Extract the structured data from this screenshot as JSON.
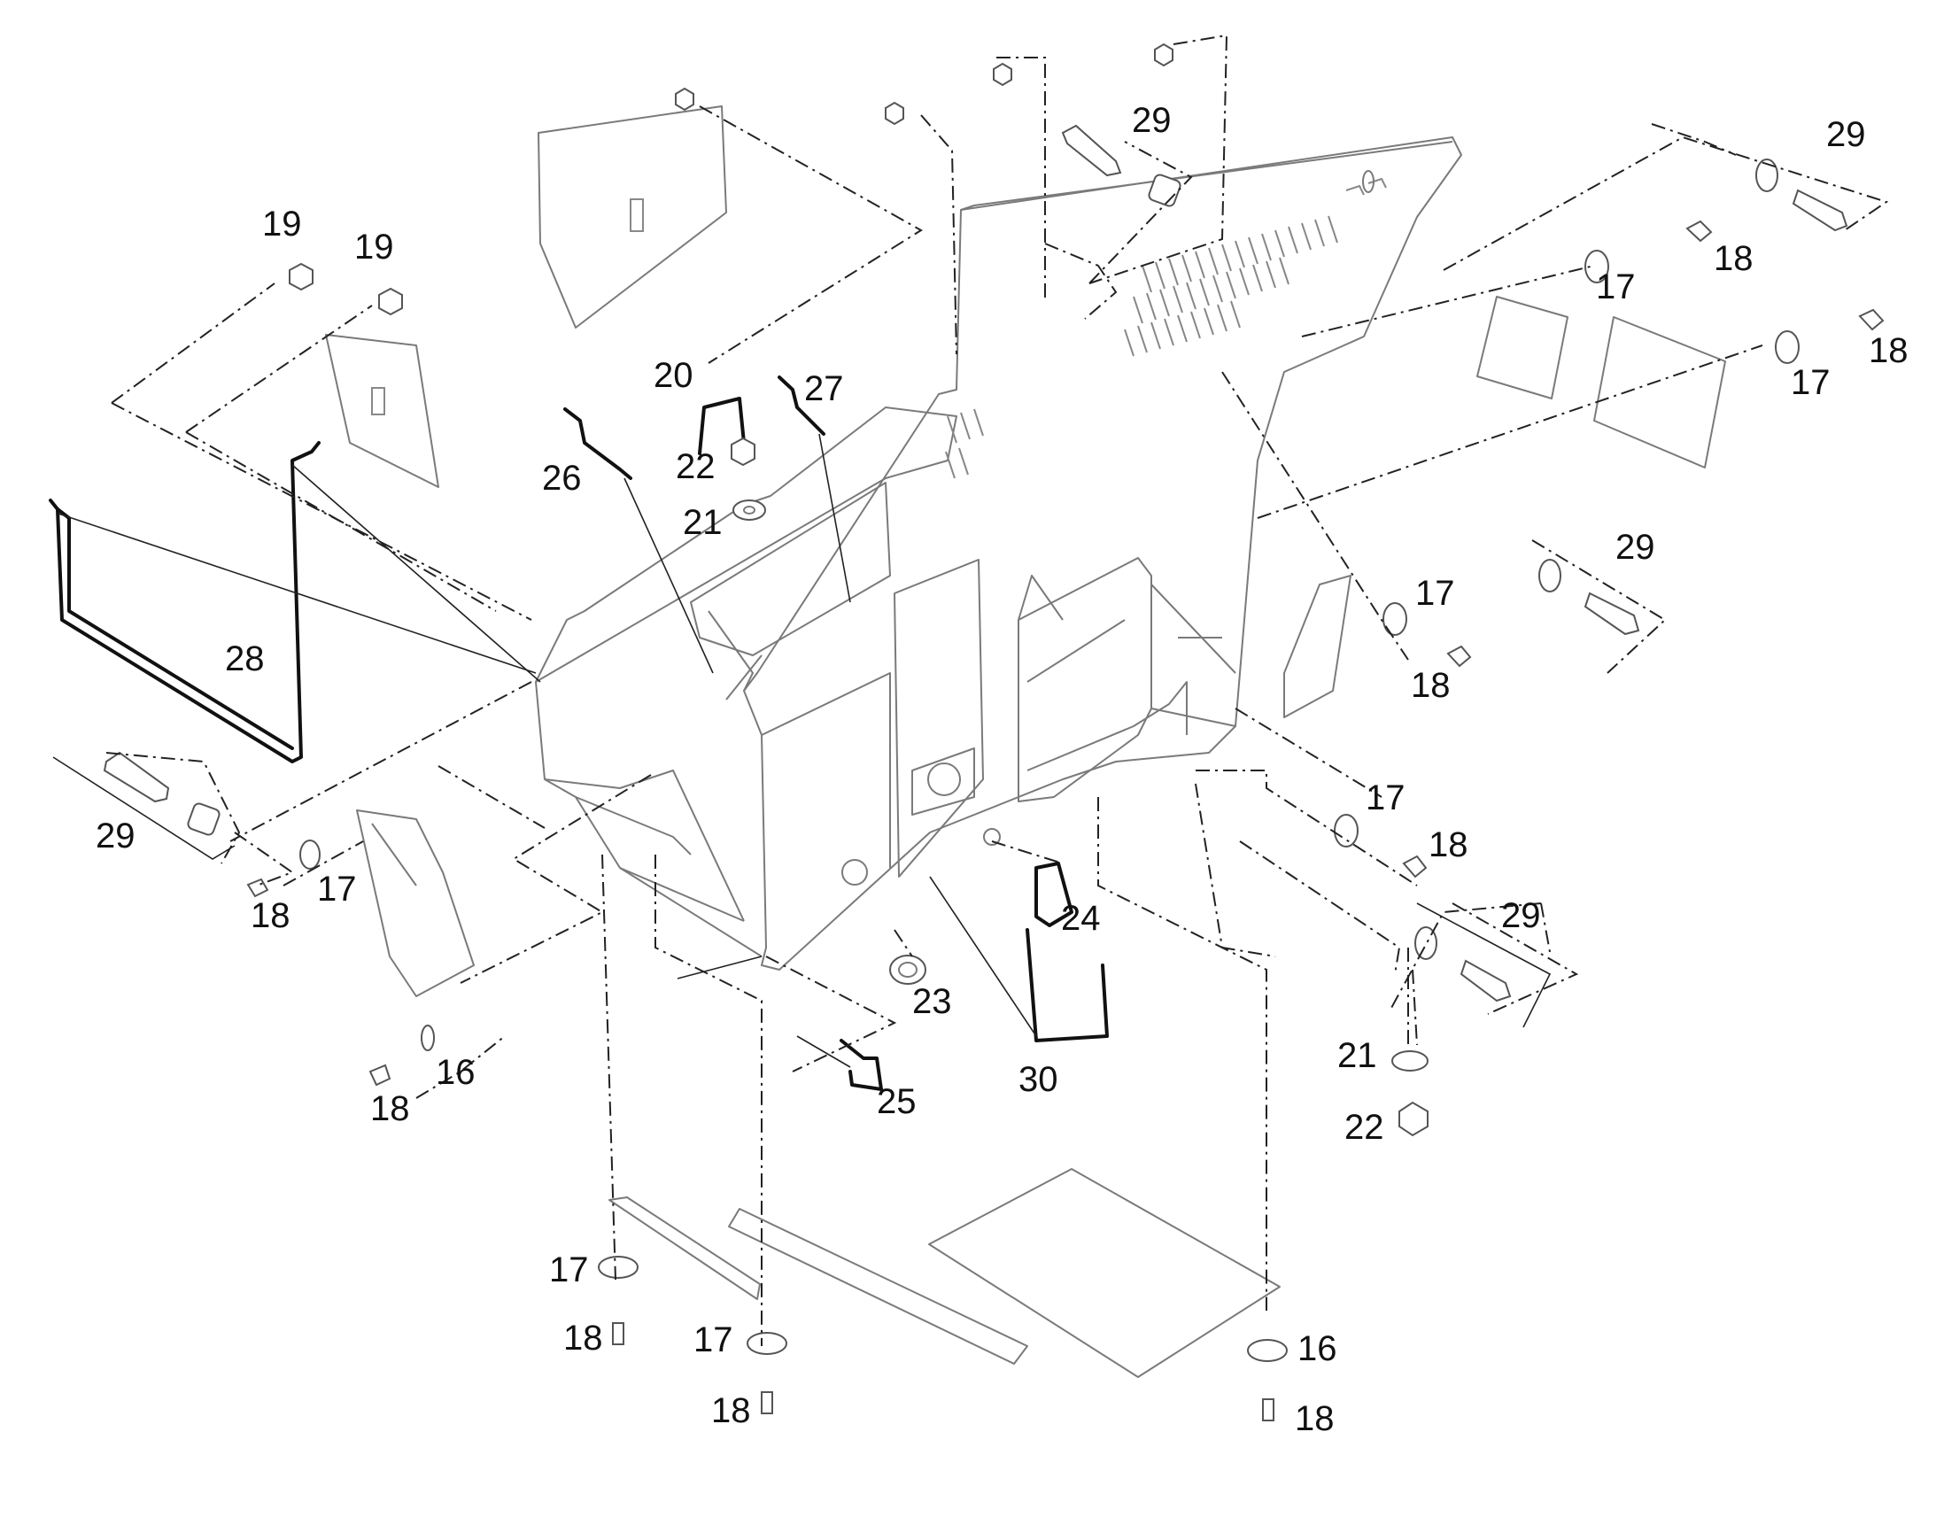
{
  "diagram": {
    "callouts": [
      "16",
      "16",
      "17",
      "17",
      "17",
      "17",
      "17",
      "17",
      "17",
      "18",
      "18",
      "18",
      "18",
      "18",
      "18",
      "18",
      "18",
      "18",
      "19",
      "19",
      "20",
      "21",
      "21",
      "22",
      "22",
      "23",
      "24",
      "25",
      "26",
      "27",
      "28",
      "29",
      "29",
      "29",
      "29",
      "29",
      "30"
    ]
  }
}
